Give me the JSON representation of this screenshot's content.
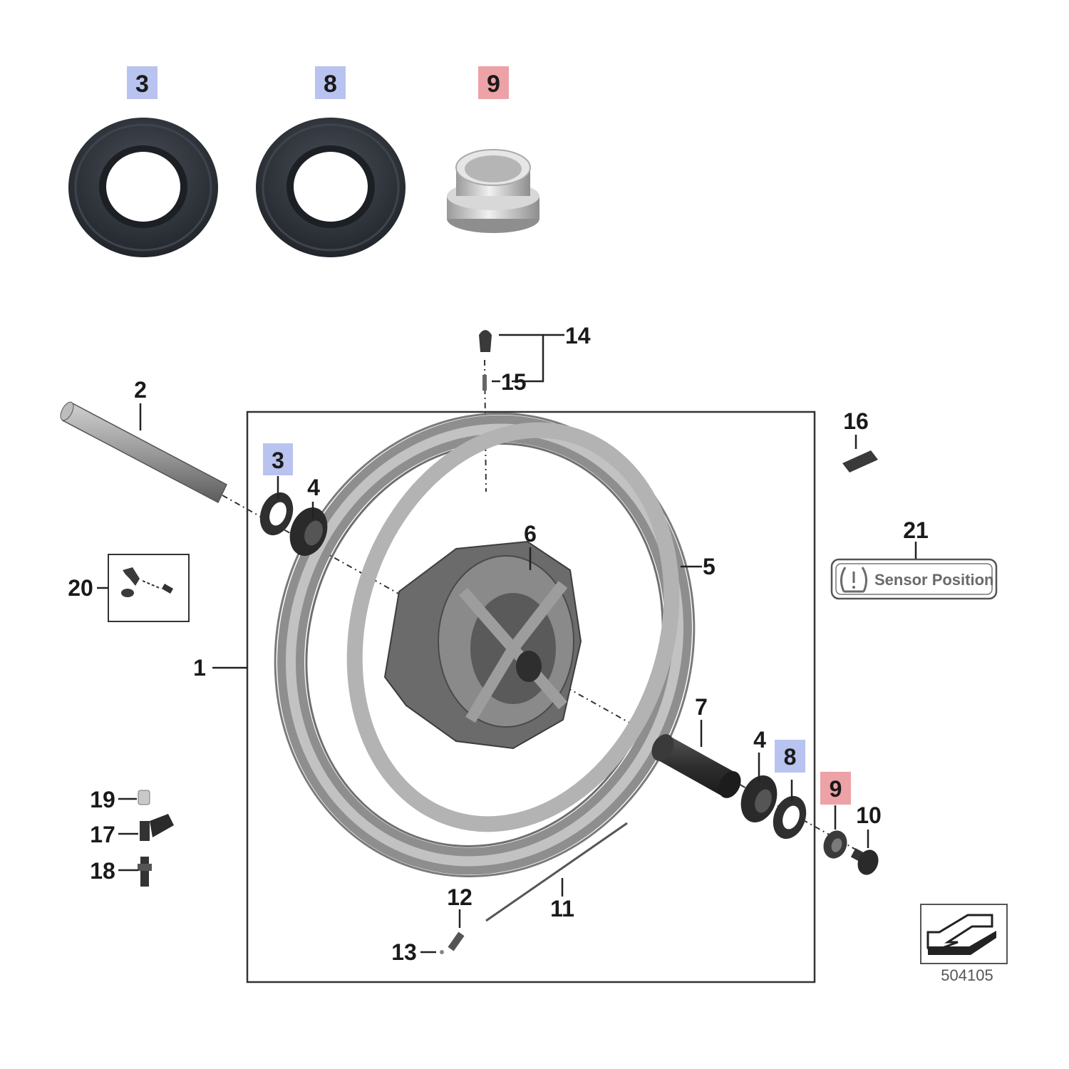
{
  "colors": {
    "highlight_blue": "#b9c3ef",
    "highlight_red": "#eca2a6",
    "rim": "#a9a9a9",
    "hub": "#6c6c6c",
    "seal": "#2b2f36"
  },
  "top_parts": [
    {
      "number": "3",
      "kind": "seal",
      "highlight": "blue"
    },
    {
      "number": "8",
      "kind": "seal",
      "highlight": "blue"
    },
    {
      "number": "9",
      "kind": "spacer",
      "highlight": "red"
    }
  ],
  "callouts": {
    "c1": "1",
    "c2": "2",
    "c3": "3",
    "c4a": "4",
    "c4b": "4",
    "c5": "5",
    "c6": "6",
    "c7": "7",
    "c8": "8",
    "c9": "9",
    "c10": "10",
    "c11": "11",
    "c12": "12",
    "c13": "13",
    "c14": "14",
    "c15": "15",
    "c16": "16",
    "c17": "17",
    "c18": "18",
    "c19": "19",
    "c20": "20",
    "c21": "21"
  },
  "sensor_label": {
    "icon": "tire-pressure-icon",
    "text": "Sensor Position"
  },
  "reference_number": "504105"
}
